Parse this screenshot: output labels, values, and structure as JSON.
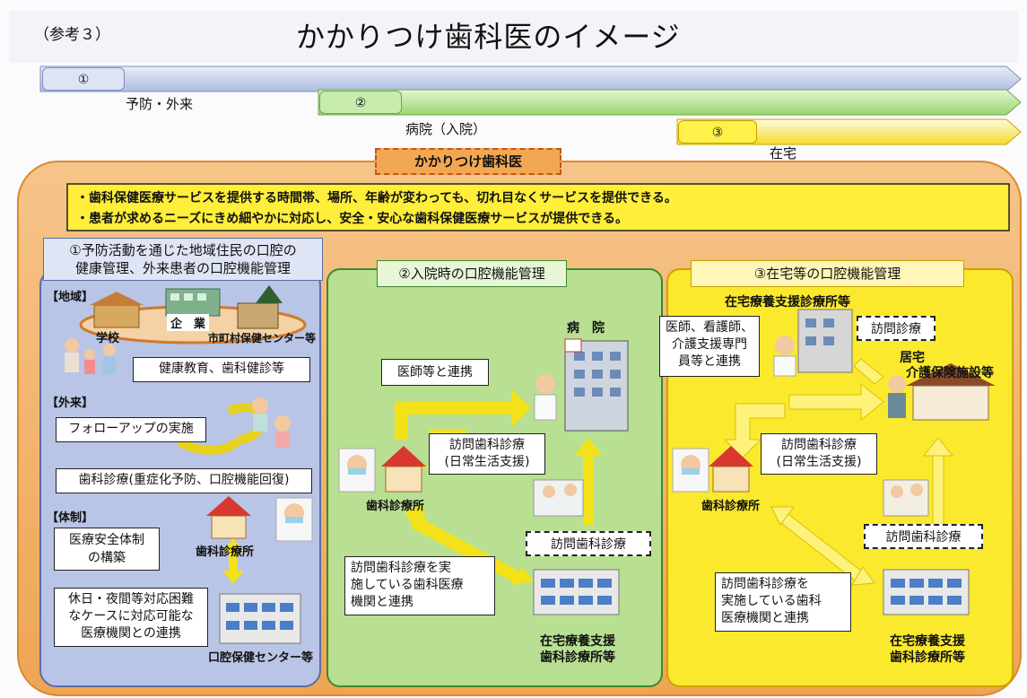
{
  "header": {
    "ref_label": "（参考３）",
    "title": "かかりつけ歯科医のイメージ"
  },
  "phases": [
    {
      "num": "①",
      "label": "予防・外来"
    },
    {
      "num": "②",
      "label": "病院（入院）"
    },
    {
      "num": "③",
      "label": "在宅"
    }
  ],
  "center_title": "かかりつけ歯科医",
  "summary": [
    "・歯科保健医療サービスを提供する時間帯、場所、年齢が変わっても、切れ目なくサービスを提供できる。",
    "・患者が求めるニーズにきめ細やかに対応し、安全・安心な歯科保健医療サービスが提供できる。"
  ],
  "panel1": {
    "title_line1": "①予防活動を通じた地域住民の口腔の",
    "title_line2": "健康管理、外来患者の口腔機能管理",
    "section_region": "【地域】",
    "company": "企　業",
    "school": "学校",
    "health_center": "市町村保健センター等",
    "health_edu": "健康教育、歯科健診等",
    "section_outpatient": "【外来】",
    "followup": "フォローアップの実施",
    "dental_care": "歯科診療(重症化予防、口腔機能回復)",
    "section_system": "【体制】",
    "safety_line1": "医療安全体制",
    "safety_line2": "の構築",
    "clinic": "歯科診療所",
    "holiday_line1": "休日・夜間等対応困難",
    "holiday_line2": "なケースに対応可能な",
    "holiday_line3": "医療機関との連携",
    "oral_center": "口腔保健センター等"
  },
  "panel2": {
    "title": "②入院時の口腔機能管理",
    "hospital": "病　院",
    "doctor_link": "医師等と連携",
    "visit_line1": "訪問歯科診療",
    "visit_line2": "(日常生活支援)",
    "clinic": "歯科診療所",
    "visit_dental": "訪問歯科診療",
    "coop_line1": "訪問歯科診療を実",
    "coop_line2": "施している歯科医療",
    "coop_line3": "機関と連携",
    "support_line1": "在宅療養支援",
    "support_line2": "歯科診療所等"
  },
  "panel3": {
    "title": "③在宅等の口腔機能管理",
    "home_support": "在宅療養支援診療所等",
    "doctor_line1": "医師、看護師、",
    "doctor_line2": "介護支援専門",
    "doctor_line3": "員等と連携",
    "visit_care": "訪問診療",
    "home_line1": "居宅",
    "home_line2": "介護保険施設等",
    "visit_line1": "訪問歯科診療",
    "visit_line2": "(日常生活支援)",
    "clinic": "歯科診療所",
    "visit_dental": "訪問歯科診療",
    "coop_line1": "訪問歯科診療を",
    "coop_line2": "実施している歯科",
    "coop_line3": "医療機関と連携",
    "support_line1": "在宅療養支援",
    "support_line2": "歯科診療所等"
  }
}
